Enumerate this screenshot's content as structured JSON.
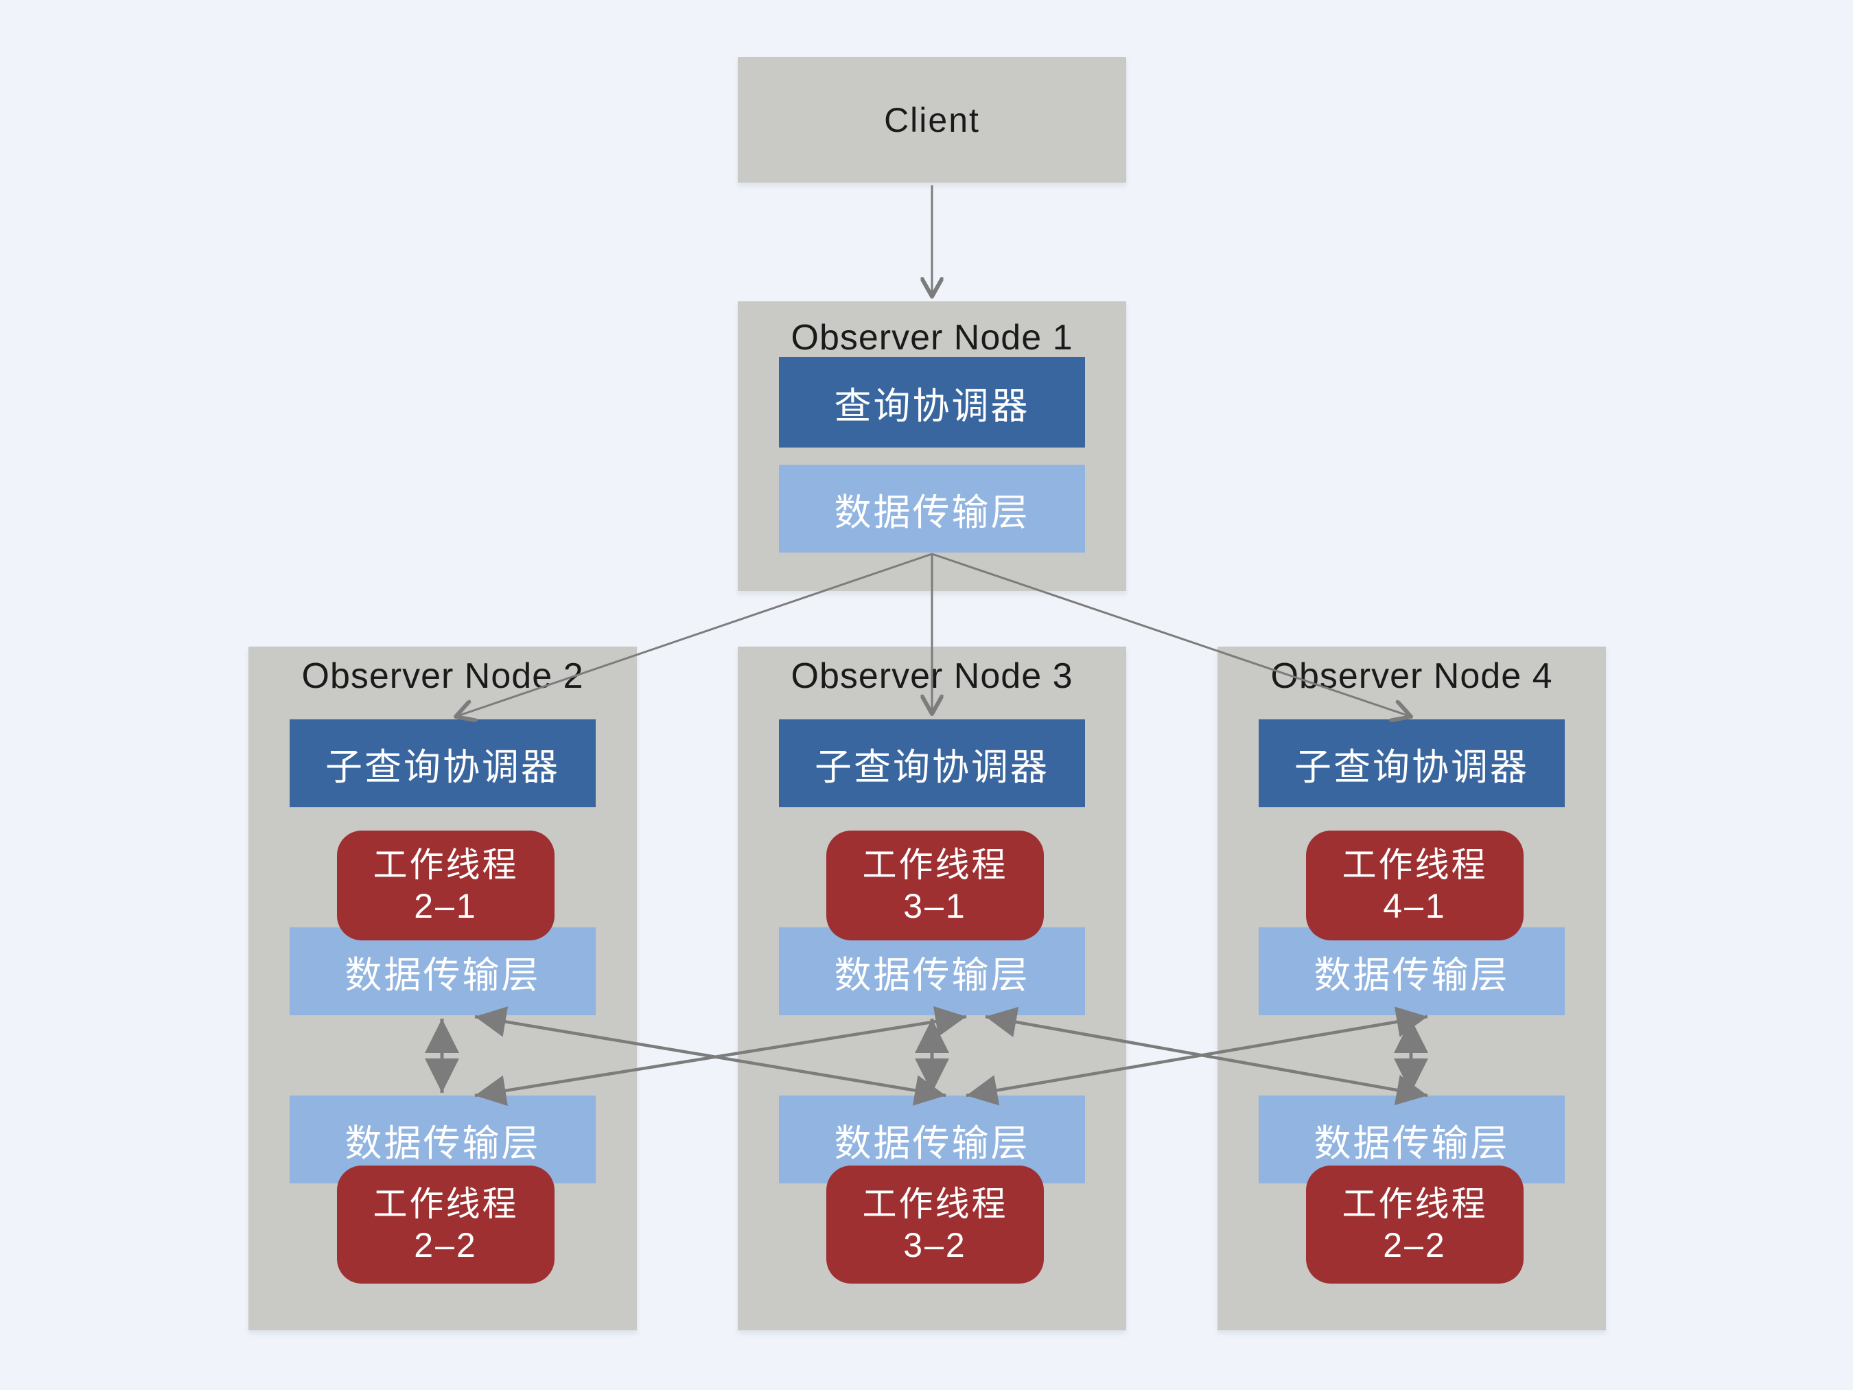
{
  "colors": {
    "background": "#f0f4fa",
    "container": "#c9c9c5",
    "primary": "#3a66a0",
    "secondary": "#92b4e0",
    "accent_red": "#9e3032",
    "arrow": "#7c7c7c",
    "title_text": "#1a1a1a",
    "box_text": "#ffffff"
  },
  "client": {
    "label": "Client"
  },
  "coordinator_node": {
    "title": "Observer Node 1",
    "coordinator_label": "查询协调器",
    "transport_label": "数据传输层"
  },
  "observer_nodes": [
    {
      "title": "Observer Node 2",
      "coordinator_label": "子查询协调器",
      "worker_top": {
        "line1": "工作线程",
        "line2": "2–1"
      },
      "transport_top_label": "数据传输层",
      "transport_bottom_label": "数据传输层",
      "worker_bottom": {
        "line1": "工作线程",
        "line2": "2–2"
      }
    },
    {
      "title": "Observer Node 3",
      "coordinator_label": "子查询协调器",
      "worker_top": {
        "line1": "工作线程",
        "line2": "3–1"
      },
      "transport_top_label": "数据传输层",
      "transport_bottom_label": "数据传输层",
      "worker_bottom": {
        "line1": "工作线程",
        "line2": "3–2"
      }
    },
    {
      "title": "Observer Node 4",
      "coordinator_label": "子查询协调器",
      "worker_top": {
        "line1": "工作线程",
        "line2": "4–1"
      },
      "transport_top_label": "数据传输层",
      "transport_bottom_label": "数据传输层",
      "worker_bottom": {
        "line1": "工作线程",
        "line2": "2–2"
      }
    }
  ],
  "edges": [
    {
      "from": "client",
      "to": "observer-node-1-coordinator",
      "style": "single-arrow"
    },
    {
      "from": "observer-node-1-transport",
      "to": "observer-node-2-coordinator",
      "style": "single-arrow"
    },
    {
      "from": "observer-node-1-transport",
      "to": "observer-node-3-coordinator",
      "style": "single-arrow"
    },
    {
      "from": "observer-node-1-transport",
      "to": "observer-node-4-coordinator",
      "style": "single-arrow"
    },
    {
      "from": "observer-node-2-transport-top",
      "to": "observer-node-2-transport-bottom",
      "style": "double-arrow"
    },
    {
      "from": "observer-node-3-transport-top",
      "to": "observer-node-3-transport-bottom",
      "style": "double-arrow"
    },
    {
      "from": "observer-node-4-transport-top",
      "to": "observer-node-4-transport-bottom",
      "style": "double-arrow"
    },
    {
      "from": "observer-node-2-transport-top",
      "to": "observer-node-3-transport-bottom",
      "style": "double-arrow"
    },
    {
      "from": "observer-node-2-transport-bottom",
      "to": "observer-node-3-transport-top",
      "style": "double-arrow"
    },
    {
      "from": "observer-node-3-transport-top",
      "to": "observer-node-4-transport-bottom",
      "style": "double-arrow"
    },
    {
      "from": "observer-node-3-transport-bottom",
      "to": "observer-node-4-transport-top",
      "style": "double-arrow"
    }
  ]
}
